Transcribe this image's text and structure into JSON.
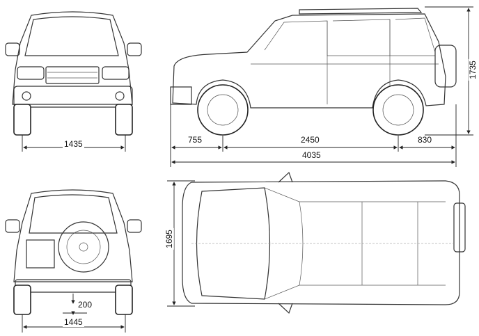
{
  "dimensions": {
    "front_track": "1435",
    "front_overhang": "755",
    "wheelbase": "2450",
    "rear_overhang": "830",
    "overall_length": "4035",
    "overall_height": "1735",
    "overall_width": "1695",
    "ground_clearance": "200",
    "rear_track": "1445"
  }
}
